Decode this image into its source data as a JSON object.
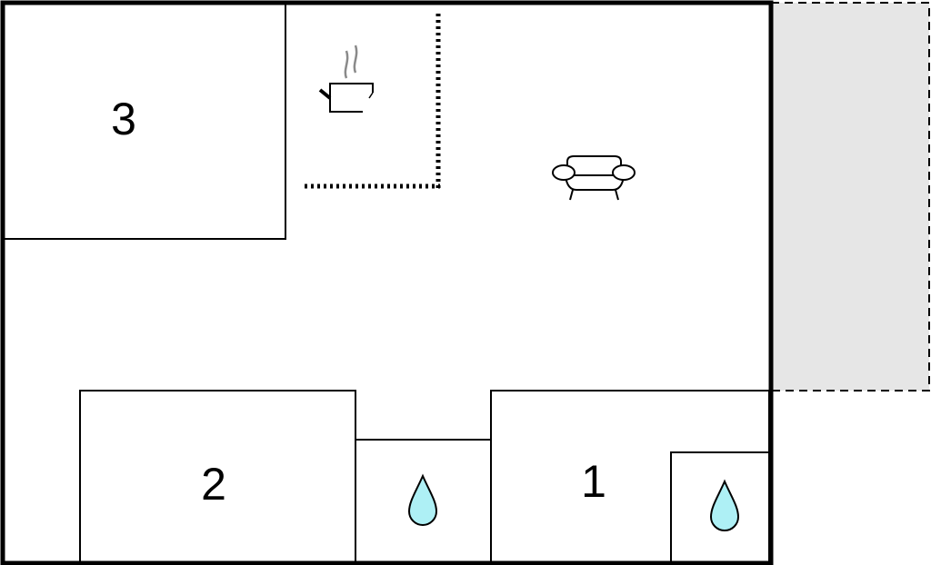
{
  "rooms": {
    "room_3": "3",
    "room_2": "2",
    "room_1": "1"
  },
  "icons": {
    "kitchen": "cooking-pot-icon",
    "living": "sofa-icon",
    "bathroom": "water-drop-icon"
  },
  "colors": {
    "wall": "#000000",
    "terrace": "#e6e6e6",
    "water": "#aef0f5",
    "steam": "#8a8a8a"
  }
}
